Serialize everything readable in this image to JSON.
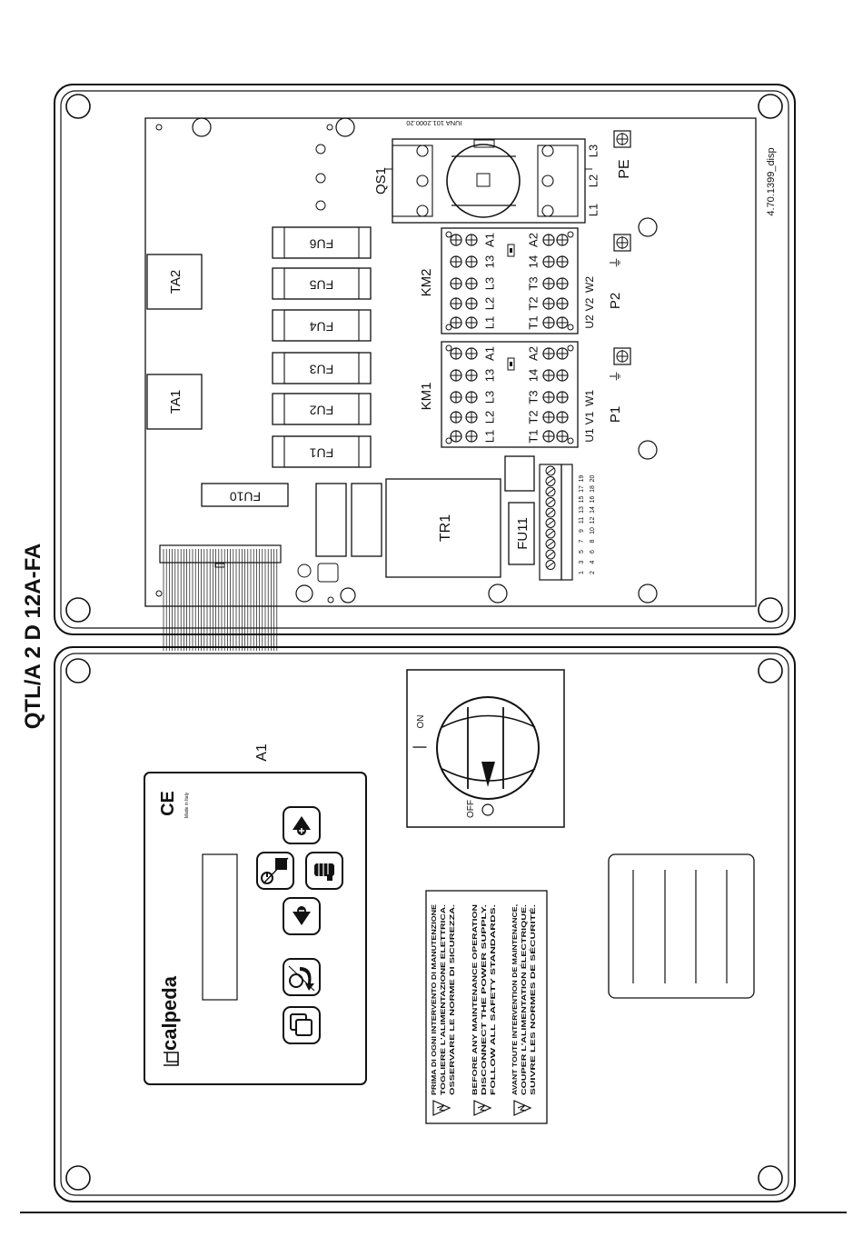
{
  "page_title": "QTL/A 2 D 12A-FA",
  "drawing_code": "4.70.1399_disp",
  "board_code": "IUNA 101.2000.20",
  "components": {
    "qs1": "QS1",
    "km1": "KM1",
    "km2": "KM2",
    "ta1": "TA1",
    "ta2": "TA2",
    "tr1": "TR1",
    "fu10": "FU10",
    "fu11": "FU11",
    "fuses": [
      "FU1",
      "FU2",
      "FU3",
      "FU4",
      "FU5",
      "FU6"
    ],
    "p1": "P1",
    "p2": "P2",
    "pe": "PE",
    "ground_symbol": "⏚"
  },
  "terminals": {
    "qs1_line": [
      "L1",
      "L2",
      "L3"
    ],
    "contactor_top": [
      "L1",
      "L2",
      "L3",
      "13",
      "A1"
    ],
    "contactor_bottom": [
      "T1",
      "T2",
      "T3",
      "14",
      "A2"
    ],
    "motor1": [
      "U1",
      "V1",
      "W1"
    ],
    "motor2": [
      "U2",
      "V2",
      "W2"
    ],
    "strip_top": [
      "1",
      "3",
      "5",
      "7",
      "9",
      "11",
      "13",
      "15",
      "17",
      "19"
    ],
    "strip_bottom": [
      "2",
      "4",
      "6",
      "8",
      "10",
      "12",
      "14",
      "16",
      "18",
      "20"
    ]
  },
  "door": {
    "a1_label": "A1",
    "brand": "calpeda",
    "ce_mark": "CE",
    "made_in": "Made in Italy",
    "switch_on": "ON",
    "switch_on_mark": "|",
    "switch_off": "OFF"
  },
  "warning": {
    "it": [
      "PRIMA DI OGNI INTERVENTO DI MANUTENZIONE",
      "TOGLIERE L'ALIMENTAZIONE ELETTRICA.",
      "OSSERVARE LE NORME DI SICUREZZA."
    ],
    "en": [
      "BEFORE ANY MAINTENANCE OPERATION",
      "DISCONNECT THE POWER SUPPLY.",
      "FOLLOW ALL SAFETY STANDARDS."
    ],
    "fr": [
      "AVANT TOUTE INTERVENTION DE MAINTENANCE,",
      "COUPER L'ALIMENTATION ÉLECTRIQUE.",
      "SUIVRE LES NORMES DE SÉCURITÉ."
    ]
  }
}
